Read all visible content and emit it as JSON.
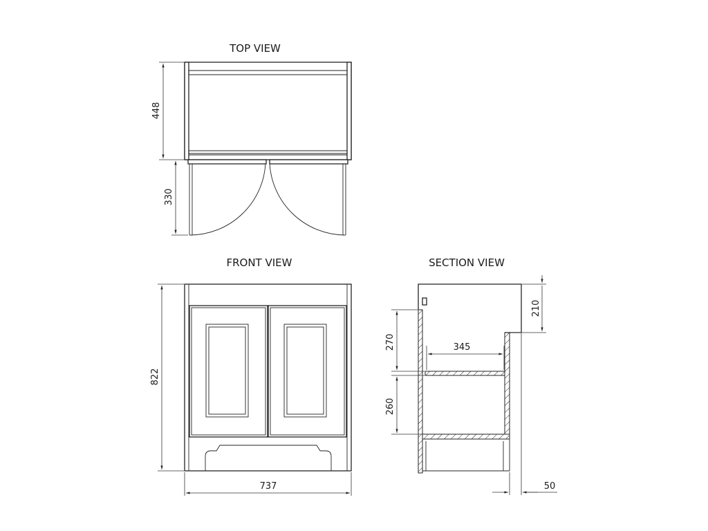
{
  "views": {
    "top": "TOP VIEW",
    "front": "FRONT VIEW",
    "section": "SECTION VIEW"
  },
  "dimensions": {
    "top_depth": "448",
    "door_swing": "330",
    "height": "822",
    "width": "737",
    "top_offset": "210",
    "upper_shelf_gap": "270",
    "shelf_depth": "345",
    "lower_shelf_gap": "260",
    "plinth_setback": "50"
  }
}
